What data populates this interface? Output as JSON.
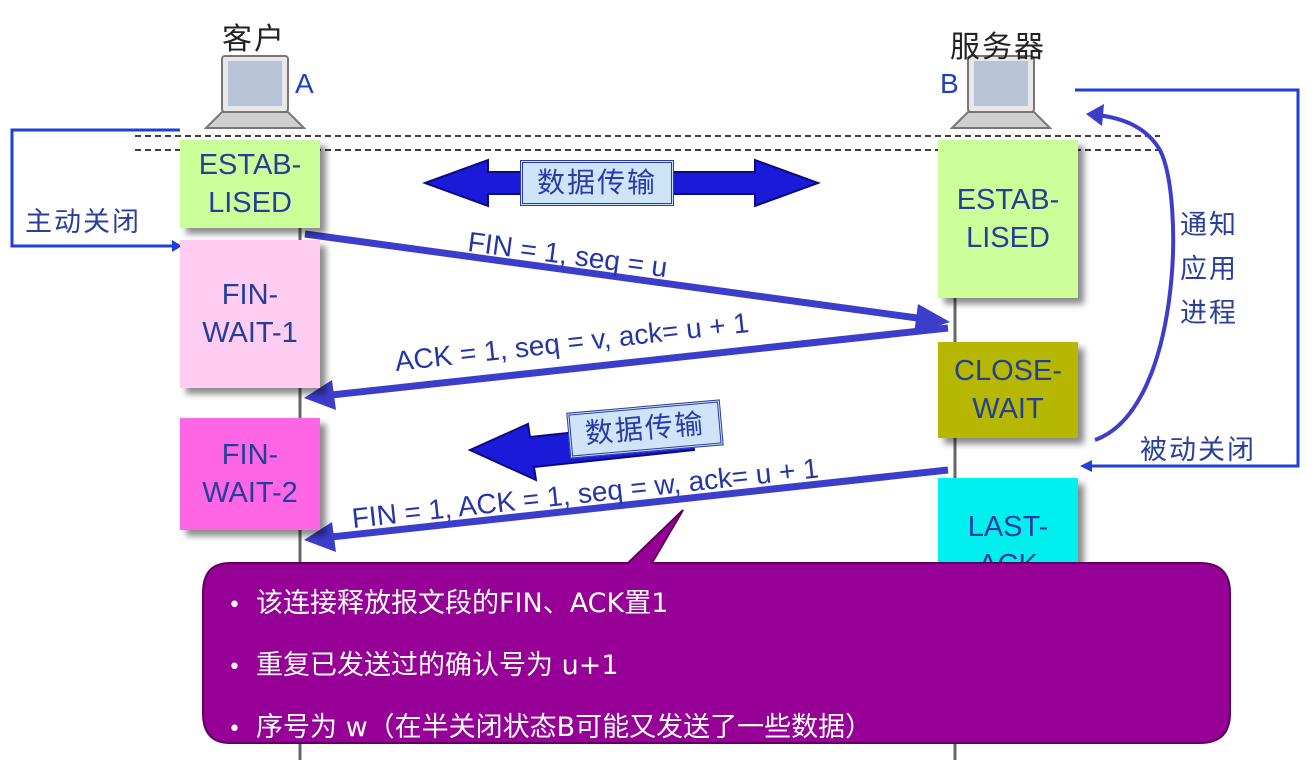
{
  "client": {
    "title": "客户",
    "letter": "A"
  },
  "server": {
    "title": "服务器",
    "letter": "B"
  },
  "client_states": {
    "established": "ESTAB-\nLISED",
    "fin_wait_1": "FIN-\nWAIT-1",
    "fin_wait_2": "FIN-\nWAIT-2"
  },
  "server_states": {
    "established": "ESTAB-\nLISED",
    "close_wait": "CLOSE-\nWAIT",
    "last_ack": "LAST-\nACK"
  },
  "labels": {
    "active_close": "主动关闭",
    "passive_close": "被动关闭",
    "notify_app": [
      "通知",
      "应用",
      "进程"
    ],
    "data_transfer": "数据传输"
  },
  "messages": {
    "fin": "FIN = 1, seq = u",
    "ack": "ACK = 1, seq = v, ack= u + 1",
    "fin_ack": "FIN = 1, ACK = 1, seq = w, ack= u + 1"
  },
  "callout": {
    "bullets": [
      "该连接释放报文段的FIN、ACK置1",
      "重复已发送过的确认号为 u+1",
      "序号为 w（在半关闭状态B可能又发送了一些数据）"
    ]
  },
  "colors": {
    "established": "#ccff99",
    "fin_wait_1": "#ffccf2",
    "fin_wait_2": "#ff66e6",
    "close_wait": "#b5b700",
    "last_ack": "#00f0f0",
    "arrow": "#3d3dcc",
    "callout": "#960096"
  }
}
